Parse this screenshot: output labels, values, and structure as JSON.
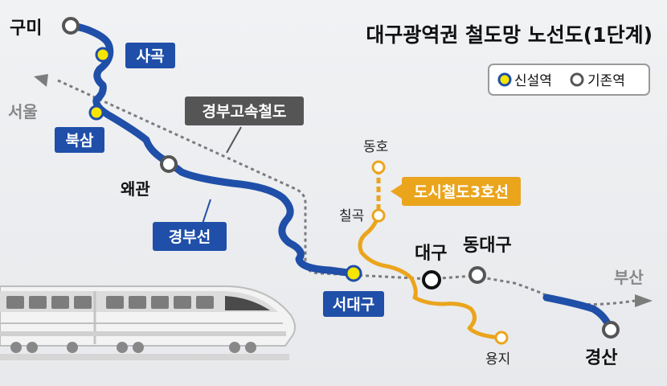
{
  "title": "대구광역권 철도망 노선도(1단계)",
  "legend": {
    "new_station": "신설역",
    "existing_station": "기존역"
  },
  "direction_labels": {
    "seoul": "서울",
    "busan": "부산"
  },
  "line_labels": {
    "gyeongbu_line": "경부선",
    "gyeongbu_hsr": "경부고속철도",
    "metro_line_3": "도시철도3호선"
  },
  "stations": {
    "gumi": "구미",
    "sagok": "사곡",
    "buksam": "북삼",
    "waegwan": "왜관",
    "seodaegu": "서대구",
    "daegu": "대구",
    "dongdaegu": "동대구",
    "gyeongsan": "경산",
    "dongho": "동호",
    "chilgok": "칠곡",
    "yongji": "용지"
  },
  "colors": {
    "gyeongbu_line": "#1f4fa8",
    "metro_line_3": "#eaa51d",
    "hsr_dotted": "#7c7c7c",
    "new_station_fill": "#f6e500",
    "label_box_blue": "#1f4fa8",
    "label_box_gray": "#555555",
    "label_box_orange": "#eaa51d"
  }
}
